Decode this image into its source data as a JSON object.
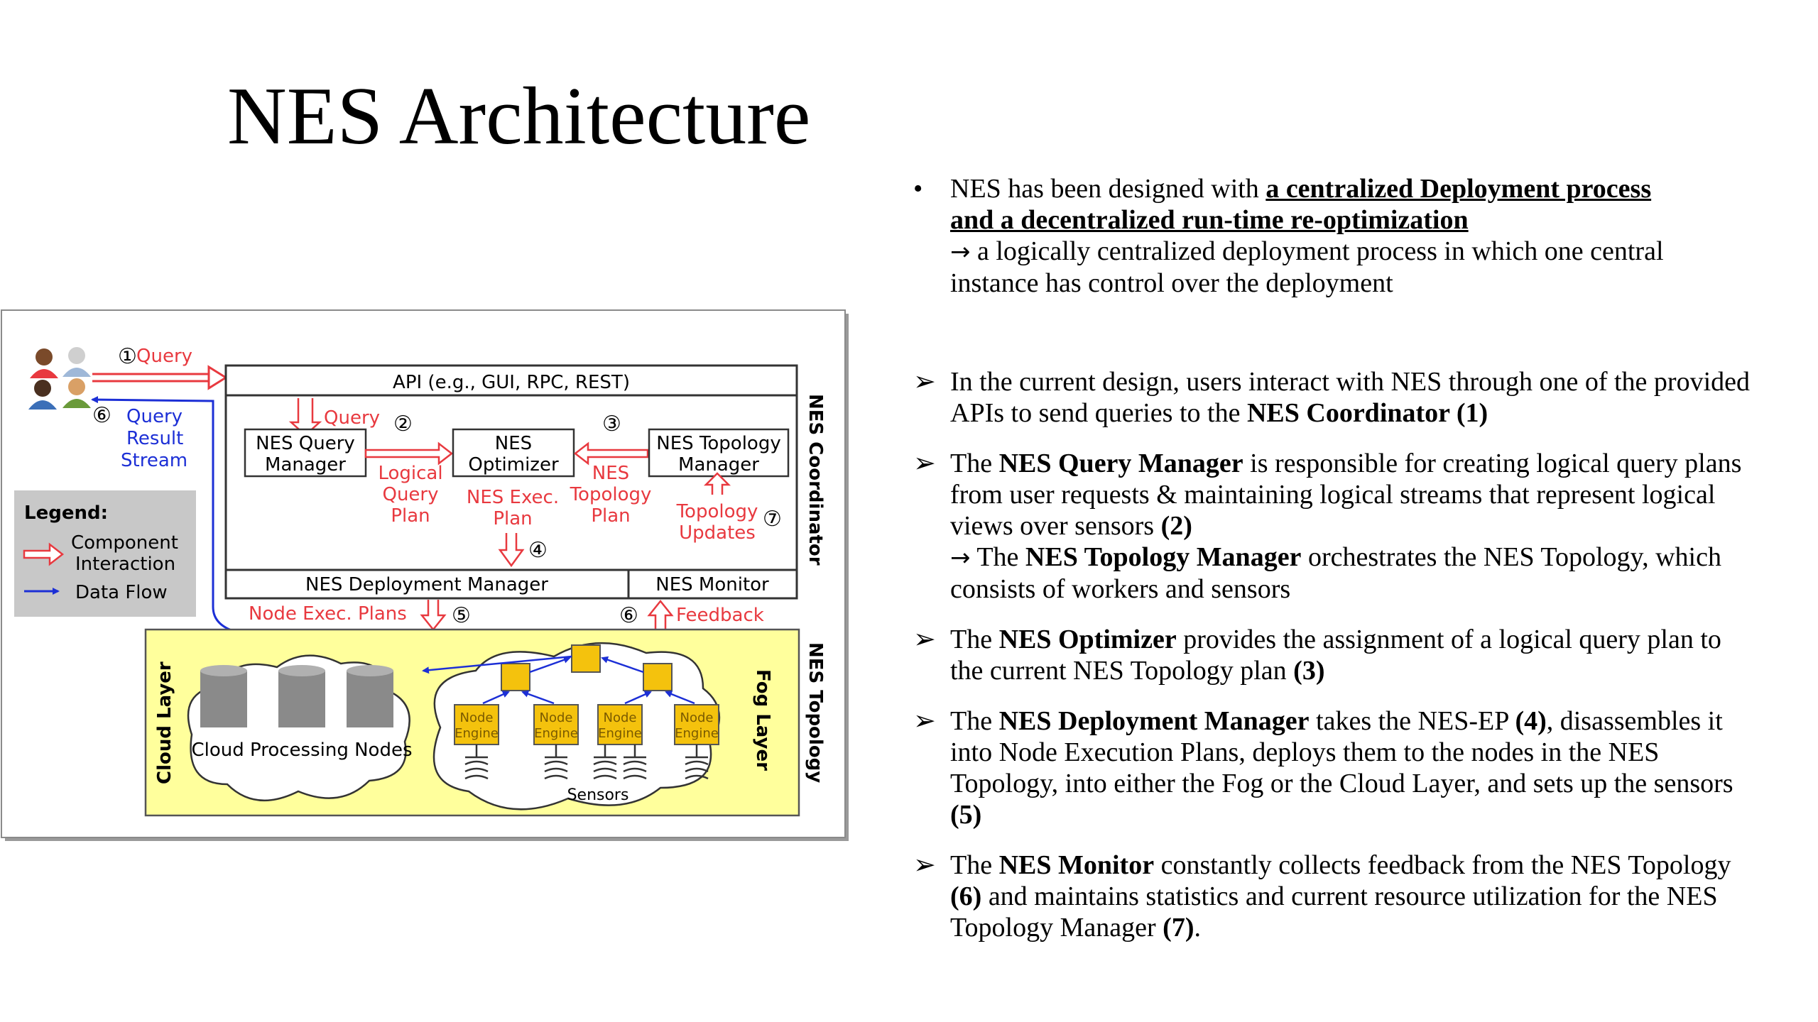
{
  "slide": {
    "title": "NES Architecture"
  },
  "diagram": {
    "steps": [
      "①",
      "②",
      "③",
      "④",
      "⑤",
      "⑥",
      "⑦"
    ],
    "query_label": "Query",
    "query_result_stream": [
      "Query",
      "Result",
      "Stream"
    ],
    "api_label": "API (e.g., GUI, RPC, REST)",
    "coordinator_label": "NES Coordinator",
    "topology_label": "NES Topology",
    "query_manager": [
      "NES Query",
      "Manager"
    ],
    "optimizer": [
      "NES",
      "Optimizer"
    ],
    "topology_manager": [
      "NES Topology",
      "Manager"
    ],
    "inner_query": "Query",
    "logical_query_plan": [
      "Logical",
      "Query",
      "Plan"
    ],
    "nes_exec_plan": [
      "NES Exec.",
      "Plan"
    ],
    "nes_topology_plan": [
      "NES",
      "Topology",
      "Plan"
    ],
    "topology_updates": [
      "Topology",
      "Updates"
    ],
    "deployment_manager": "NES Deployment Manager",
    "monitor": "NES Monitor",
    "node_exec_plans": "Node Exec. Plans",
    "feedback": "Feedback",
    "legend": {
      "title": "Legend:",
      "component_interaction": [
        "Component",
        "Interaction"
      ],
      "data_flow": "Data Flow"
    },
    "cloud_layer": "Cloud Layer",
    "fog_layer": "Fog Layer",
    "cloud_processing_nodes": "Cloud Processing Nodes",
    "node_engine": [
      "Node",
      "Engine"
    ],
    "sensors": "Sensors",
    "colors": {
      "red": "#e8393f",
      "blue": "#1c2fd6",
      "yellow": "#ffff9c",
      "legend_bg": "#c8c8c8",
      "node": "#f4c20d"
    }
  },
  "bullets": {
    "b1_marker": "•",
    "b1_a": "NES has been designed with ",
    "b1_u1": "a centralized Deployment process",
    "b1_u2": "and a decentralized run-time re-optimization",
    "b1_arrow": "→",
    "b1_b": " a logically centralized deployment process in which one central instance has control over the deployment",
    "arrow_marker": "➢",
    "b2_a": " In the current design, users interact with NES through one of the provided APIs to send queries to the ",
    "b2_bold": "NES Coordinator (1)",
    "b3_a": " The ",
    "b3_bold1": "NES Query Manager",
    "b3_b": " is responsible for creating logical query plans from user requests & maintaining logical streams that represent logical views over sensors ",
    "b3_bold2": "(2)",
    "b3_arrow": "→",
    "b3_c": " The ",
    "b3_bold3": "NES Topology Manager",
    "b3_d": " orchestrates the NES Topology, which consists of workers and sensors",
    "b4_a": " The ",
    "b4_bold1": "NES Optimizer",
    "b4_b": " provides the assignment of a logical query plan to the current NES Topology plan ",
    "b4_bold2": "(3)",
    "b5_a": "The ",
    "b5_bold1": "NES Deployment Manager",
    "b5_b": " takes the NES-EP ",
    "b5_bold2": "(4)",
    "b5_c": ", disassembles it into Node Execution Plans, deploys them to the nodes in the NES Topology, into either the Fog or the Cloud Layer, and sets up the sensors ",
    "b5_bold3": "(5)",
    "b6_a": "The ",
    "b6_bold1": "NES Monitor",
    "b6_b": " constantly collects feedback from the NES Topology ",
    "b6_bold2": "(6)",
    "b6_c": " and maintains statistics and current resource utilization for the NES Topology Manager ",
    "b6_bold3": "(7)",
    "b6_d": "."
  }
}
